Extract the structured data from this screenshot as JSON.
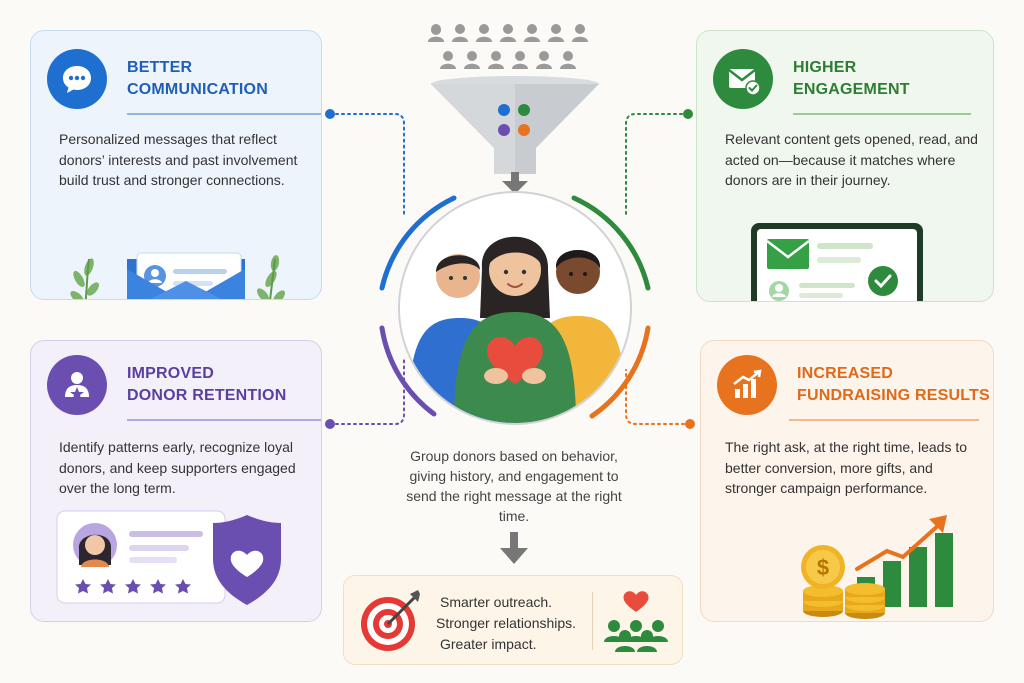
{
  "cards": {
    "communication": {
      "title_line1": "BETTER",
      "title_line2": "COMMUNICATION",
      "description": "Personalized messages that reflect donors’ interests and past involvement build trust and stronger connections.",
      "accent": "#1f6fd1"
    },
    "retention": {
      "title_line1": "IMPROVED",
      "title_line2": "DONOR RETENTION",
      "description": "Identify patterns early, recognize loyal donors, and keep supporters engaged over the long term.",
      "accent": "#6b4fb0"
    },
    "engagement": {
      "title_line1": "HIGHER",
      "title_line2": "ENGAGEMENT",
      "description": "Relevant content gets opened, read, and acted on—because it matches where donors are in their journey.",
      "accent": "#2e8b3e"
    },
    "fundraising": {
      "title_line1": "INCREASED",
      "title_line2": "FUNDRAISING RESULTS",
      "description": "The right ask, at the right time, leads to better conversion, more gifts, and stronger campaign performance.",
      "accent": "#e8731e"
    }
  },
  "center": {
    "description": "Group donors based on behavior, giving history, and engagement to send the right message at the right time."
  },
  "summary": {
    "line1": "Smarter outreach.",
    "line2": "Stronger relationships.",
    "line3": "Greater impact."
  },
  "icons": {
    "communication": "chat-bubble-icon",
    "retention": "person-star-icon",
    "engagement": "email-check-icon",
    "fundraising": "growth-chart-icon",
    "funnel": "funnel-icon",
    "target": "target-arrow-icon",
    "community": "community-heart-icon"
  }
}
